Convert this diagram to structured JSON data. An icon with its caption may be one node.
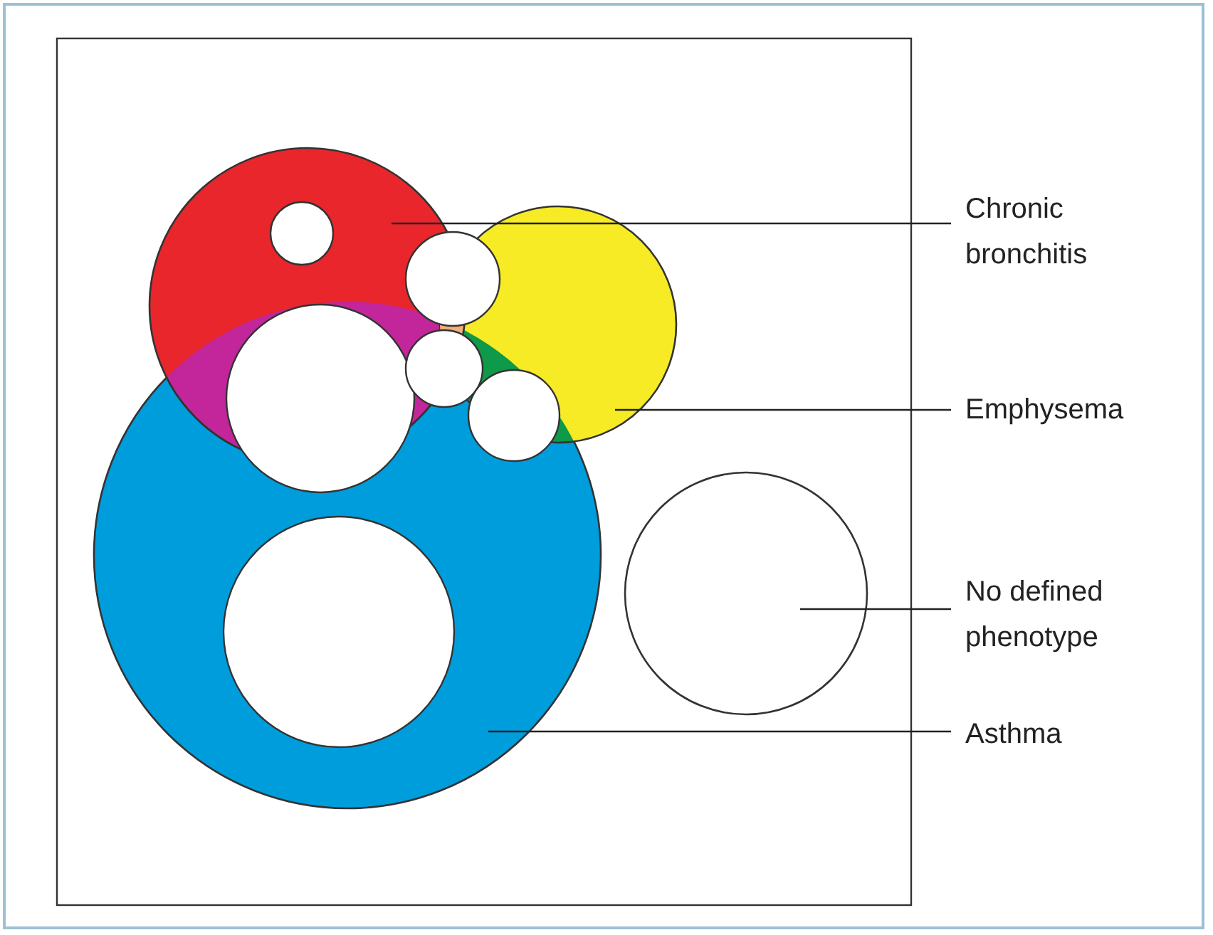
{
  "diagram": {
    "nodes": [
      {
        "text": [
          "Chronic bronchitis"
        ]
      },
      {
        "text": [
          "Emphysema"
        ]
      },
      {
        "text": [
          "No defined phenotype"
        ]
      },
      {
        "text": [
          "Asthma"
        ]
      },
      {
        "text": [],
        "shape": "circle"
      },
      {
        "text": [],
        "shape": "circle"
      },
      {
        "text": [],
        "shape": "circle"
      },
      {
        "text": [],
        "shape": "circle"
      }
    ],
    "edges": [
      {
        "from": 0,
        "to": 4,
        "arrow": "none"
      },
      {
        "from": 1,
        "to": 5,
        "arrow": "none"
      },
      {
        "from": 2,
        "to": 6,
        "arrow": "none"
      },
      {
        "from": 3,
        "to": 7,
        "arrow": "none"
      }
    ]
  }
}
